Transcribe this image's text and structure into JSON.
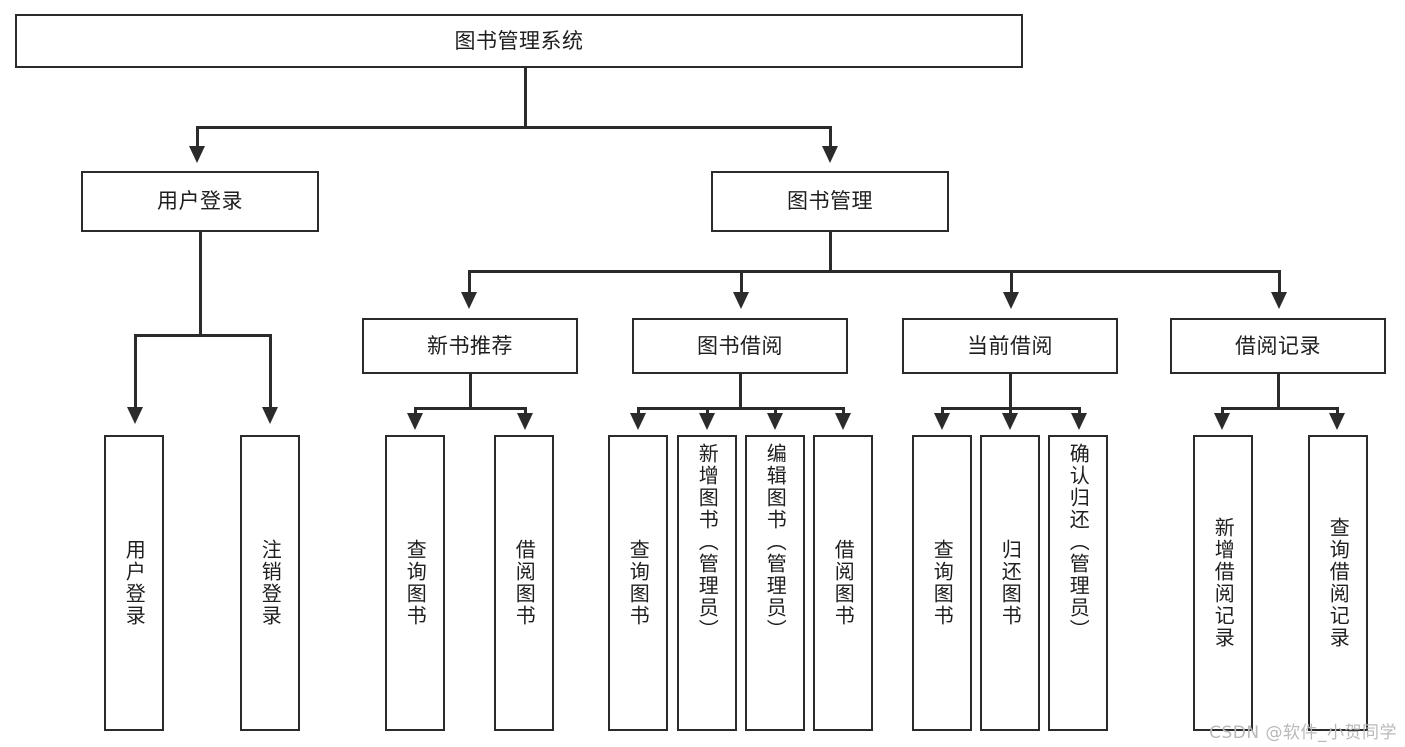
{
  "diagram": {
    "title": "图书管理系统",
    "type": "tree",
    "watermark": "CSDN @软件_小贺同学",
    "colors": {
      "border": "#2b2b2b",
      "background": "#ffffff",
      "text": "#1e1e1e",
      "watermark": "#b9b9b9"
    }
  },
  "root": {
    "label": "图书管理系统"
  },
  "level2": [
    {
      "label": "用户登录"
    },
    {
      "label": "图书管理"
    }
  ],
  "level3": [
    {
      "label": "新书推荐"
    },
    {
      "label": "图书借阅"
    },
    {
      "label": "当前借阅"
    },
    {
      "label": "借阅记录"
    }
  ],
  "leaves": {
    "user_login": [
      {
        "label": "用户登录"
      },
      {
        "label": "注销登录"
      }
    ],
    "new_book_recommend": [
      {
        "label": "查询图书"
      },
      {
        "label": "借阅图书"
      }
    ],
    "book_borrow": [
      {
        "label": "查询图书"
      },
      {
        "label": "新增图书（管理员）"
      },
      {
        "label": "编辑图书（管理员）"
      },
      {
        "label": "借阅图书"
      }
    ],
    "current_borrow": [
      {
        "label": "查询图书"
      },
      {
        "label": "归还图书"
      },
      {
        "label": "确认归还（管理员）"
      }
    ],
    "borrow_record": [
      {
        "label": "新增借阅记录"
      },
      {
        "label": "查询借阅记录"
      }
    ]
  }
}
